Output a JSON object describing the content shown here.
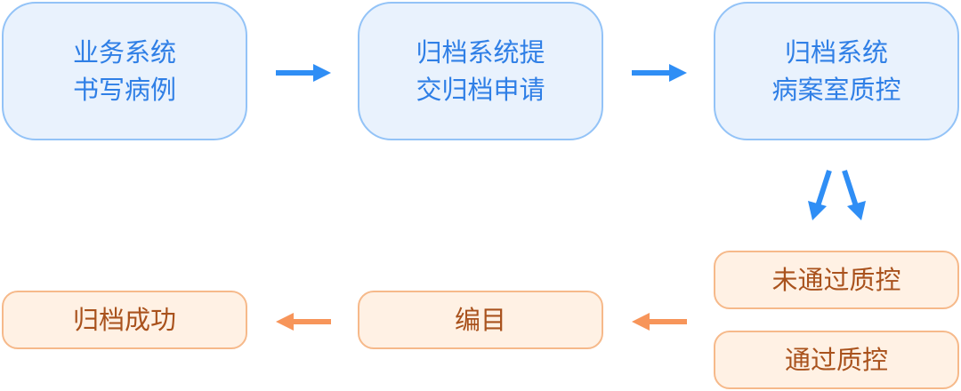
{
  "colors": {
    "blue_fill": "#e9f2fd",
    "blue_border": "#93c3f7",
    "blue_text": "#2f7fe6",
    "blue_arrow": "#2f8ef5",
    "orange_fill": "#fff1e4",
    "orange_border": "#f6b98a",
    "orange_text": "#a9521d",
    "orange_arrow": "#f7955a"
  },
  "nodes": {
    "write_record": {
      "line1": "业务系统",
      "line2": "书写病例"
    },
    "submit_archive": {
      "line1": "归档系统提",
      "line2": "交归档申请"
    },
    "qc_room": {
      "line1": "归档系统",
      "line2": "病案室质控"
    },
    "qc_failed": {
      "label": "未通过质控"
    },
    "qc_passed": {
      "label": "通过质控"
    },
    "catalog": {
      "label": "编目"
    },
    "archive_done": {
      "label": "归档成功"
    }
  }
}
